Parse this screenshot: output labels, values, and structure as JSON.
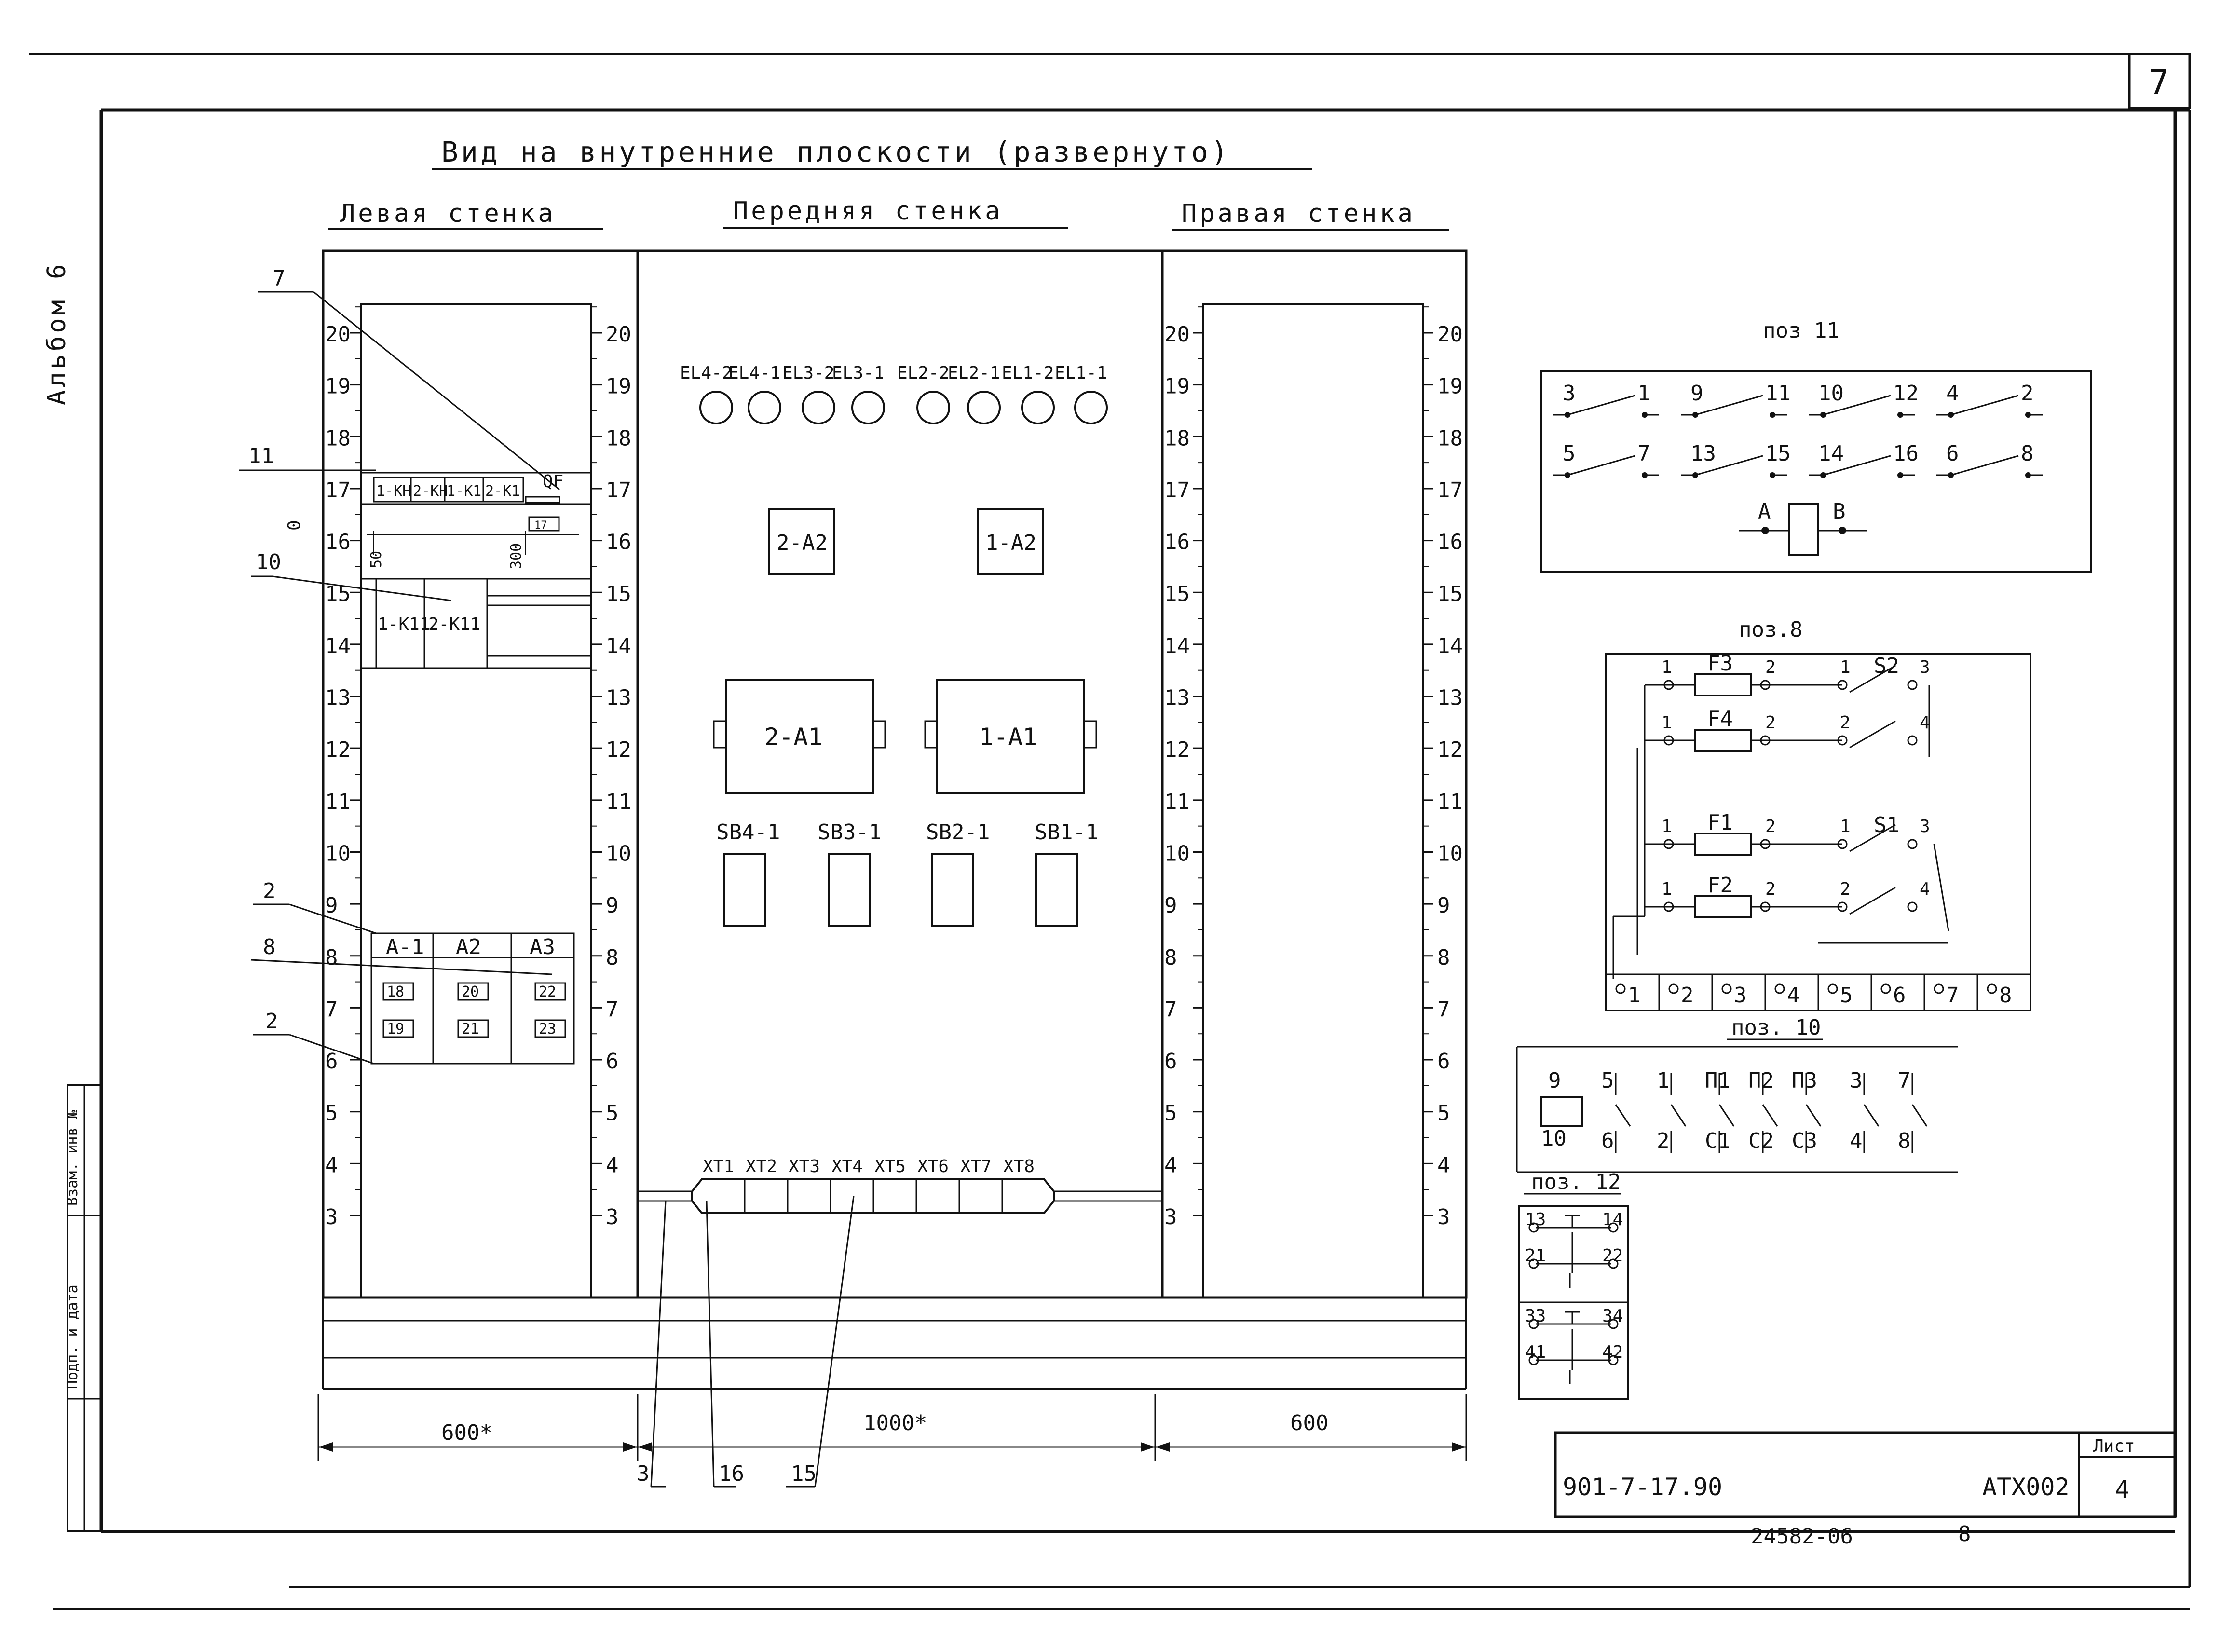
{
  "sheet_corner_number": "7",
  "album_label": "Альбом 6",
  "main_title": "Вид на внутренние плоскости (развернуто)",
  "walls": {
    "left": "Левая стенка",
    "front": "Передняя стенка",
    "right": "Правая стенка"
  },
  "scale_numbers": [
    "3",
    "4",
    "5",
    "6",
    "7",
    "8",
    "9",
    "10",
    "11",
    "12",
    "13",
    "14",
    "15",
    "16",
    "17",
    "18",
    "19",
    "20"
  ],
  "front_lamps": [
    "EL4-2",
    "EL4-1",
    "EL3-2",
    "EL3-1",
    "EL2-2",
    "EL2-1",
    "EL1-2",
    "EL1-1"
  ],
  "front_devices": {
    "small": [
      "2-A2",
      "1-A2"
    ],
    "large": [
      "2-A1",
      "1-A1"
    ],
    "buttons": [
      "SB4-1",
      "SB3-1",
      "SB2-1",
      "SB1-1"
    ]
  },
  "terminal_blocks": [
    "XT1",
    "XT2",
    "XT3",
    "XT4",
    "XT5",
    "XT6",
    "XT7",
    "XT8"
  ],
  "left_wall": {
    "relays_top": [
      "1-KH",
      "2-KH",
      "1-K1",
      "2-K1"
    ],
    "breaker": "QF",
    "breaker_small": "17",
    "dim_50": "50",
    "dim_300": "300",
    "dim_0": "0",
    "relays_mid": [
      "1-K11",
      "2-K11"
    ],
    "modules": [
      "A-1",
      "A2",
      "A3"
    ],
    "modules_top_labels": [
      "18",
      "20",
      "22"
    ],
    "modules_bottom_labels": [
      "19",
      "21",
      "23"
    ]
  },
  "callouts": {
    "c7": "7",
    "c11": "11",
    "c10": "10",
    "c2a": "2",
    "c8": "8",
    "c2b": "2",
    "c3": "3",
    "c16": "16",
    "c15": "15"
  },
  "dimensions": {
    "left": "600*",
    "front": "1000*",
    "right": "600"
  },
  "poz11": {
    "title": "поз 11",
    "row1": [
      "3",
      "1",
      "9",
      "11",
      "10",
      "12",
      "4",
      "2"
    ],
    "row2": [
      "5",
      "7",
      "13",
      "15",
      "14",
      "16",
      "6",
      "8"
    ],
    "coil": [
      "A",
      "B"
    ]
  },
  "poz8": {
    "title": "поз.8",
    "fuses": [
      "F3",
      "F4",
      "F1",
      "F2"
    ],
    "switches": [
      "S2",
      "S1"
    ],
    "pin_labels": [
      "1",
      "2",
      "1",
      "3",
      "1",
      "2",
      "2",
      "4",
      "1",
      "2",
      "1",
      "3",
      "1",
      "2",
      "2",
      "4"
    ],
    "terminals": [
      "1",
      "2",
      "3",
      "4",
      "5",
      "6",
      "7",
      "8"
    ]
  },
  "poz10": {
    "title": "поз. 10",
    "top": [
      "9",
      "5",
      "1",
      "П1",
      "П2",
      "П3",
      "3",
      "7"
    ],
    "bottom": [
      "10",
      "6",
      "2",
      "С1",
      "С2",
      "С3",
      "4",
      "8"
    ]
  },
  "poz12": {
    "title": "поз. 12",
    "upper": [
      "13",
      "14",
      "21",
      "22"
    ],
    "lower": [
      "33",
      "34",
      "41",
      "42"
    ]
  },
  "stamp": {
    "doc_code": "901-7-17.90",
    "doc_mark": "АТХ002",
    "sheet_label": "Лист",
    "sheet_number": "4"
  },
  "footer": {
    "registry": "24582-06",
    "page": "8"
  },
  "side_stamp": {
    "inv_label": "Взам. инв №",
    "sign_label": "Подп. и дата"
  }
}
